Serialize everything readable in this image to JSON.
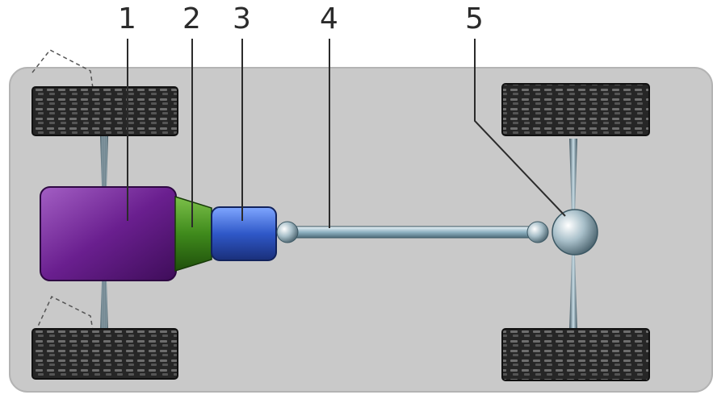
{
  "diagram": {
    "labels": [
      "1",
      "2",
      "3",
      "4",
      "5"
    ]
  },
  "colors": {
    "chassis": "#c9c9c9",
    "engine": "#6a1f8f",
    "clutch": "#3f8a1c",
    "gearbox": "#2f58c8",
    "driveshaft": "#8fb2c2",
    "axle": "#8aa6b3",
    "tyre": "#2a2a2a"
  }
}
